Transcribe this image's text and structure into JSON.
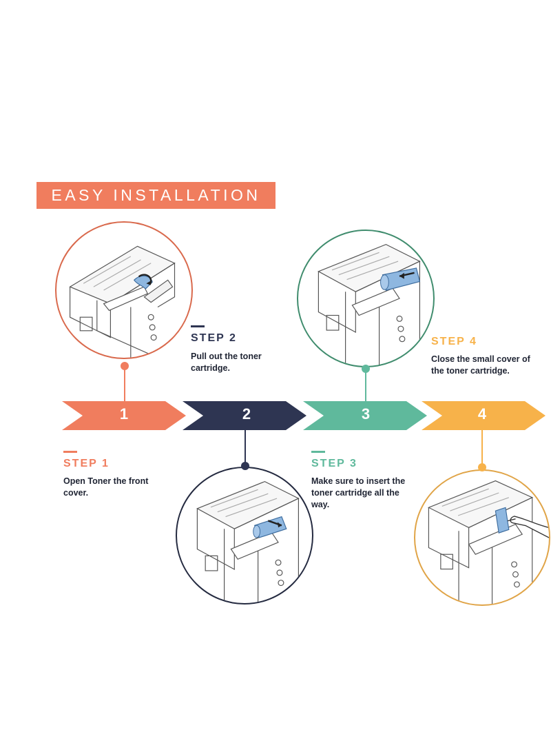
{
  "banner": {
    "title": "EASY INSTALLATION"
  },
  "colors": {
    "step1": "#f07d5e",
    "step2": "#2e3552",
    "step3": "#5fb99c",
    "step4": "#f7b24a",
    "circle1": "#d9694c",
    "circle2": "#242a40",
    "circle3": "#3f8c6d",
    "circle4": "#e0a447"
  },
  "steps": [
    {
      "number": "1",
      "title": "STEP 1",
      "text": "Open Toner the front cover.",
      "illustration": "printer-open-cover-icon"
    },
    {
      "number": "2",
      "title": "STEP 2",
      "text": "Pull out the toner cartridge.",
      "illustration": "printer-pull-cartridge-icon"
    },
    {
      "number": "3",
      "title": "STEP 3",
      "text": "Make sure to insert the toner cartridge all the way.",
      "illustration": "printer-insert-cartridge-icon"
    },
    {
      "number": "4",
      "title": "STEP 4",
      "text": "Close the small cover of the toner cartridge.",
      "illustration": "printer-close-cover-icon"
    }
  ]
}
